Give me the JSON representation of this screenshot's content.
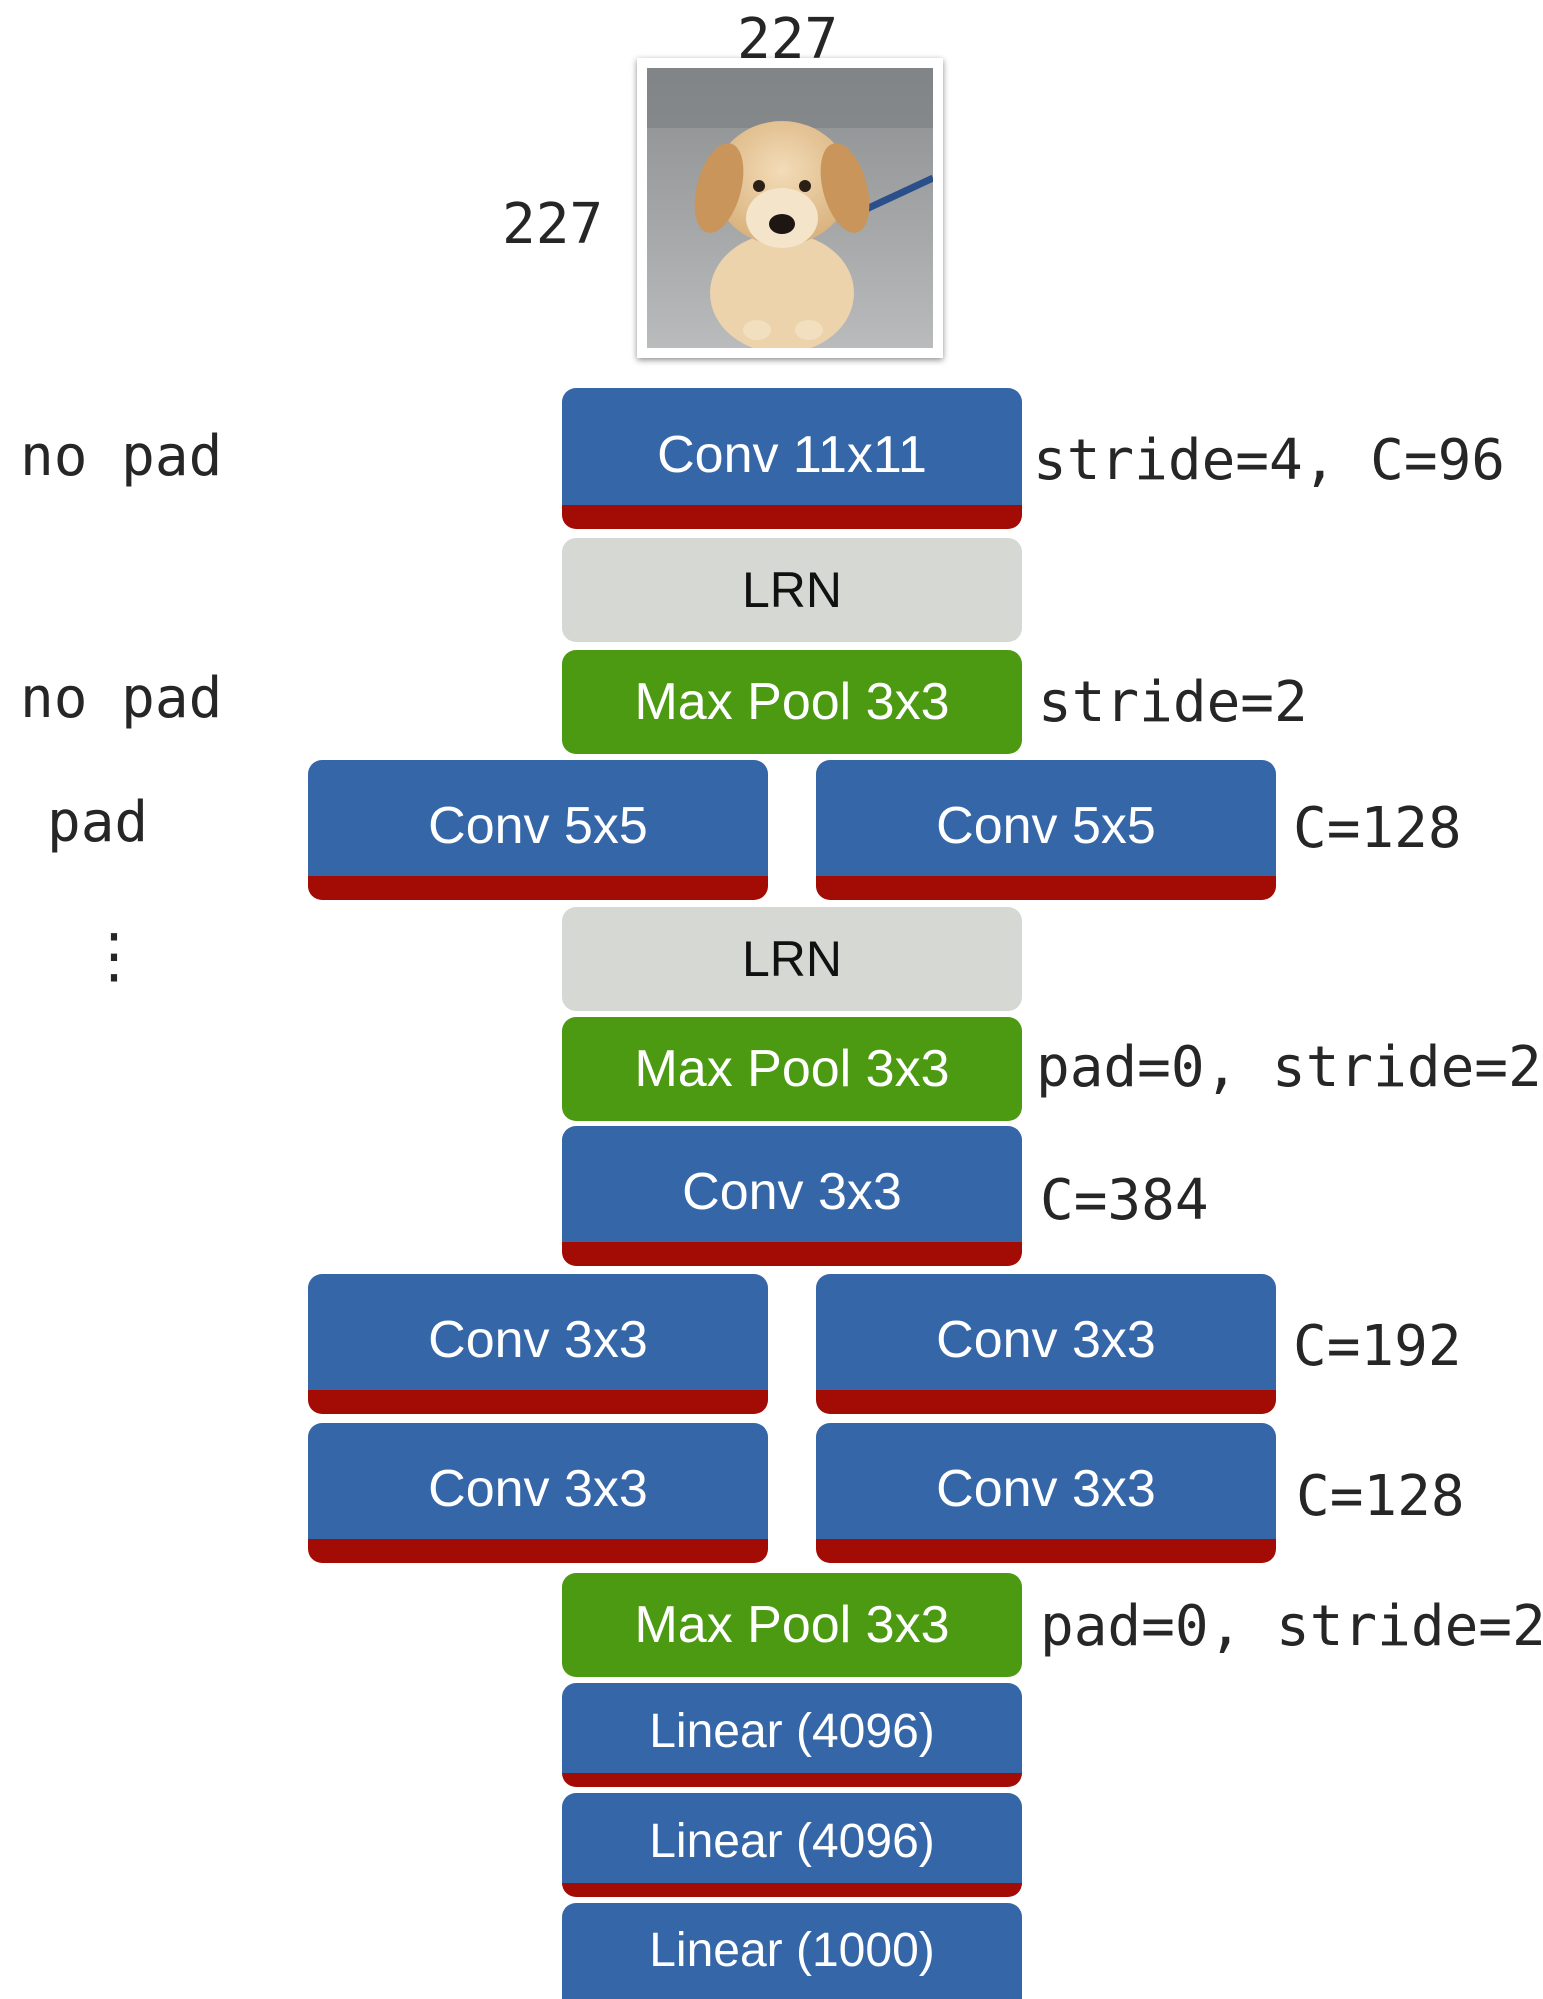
{
  "input": {
    "width_label": "227",
    "height_label": "227",
    "image": "puppy photo"
  },
  "layers": {
    "conv1": "Conv 11x11",
    "lrn1": "LRN",
    "pool1": "Max Pool 3x3",
    "conv2a": "Conv 5x5",
    "conv2b": "Conv 5x5",
    "lrn2": "LRN",
    "pool2": "Max Pool 3x3",
    "conv3": "Conv 3x3",
    "conv4a": "Conv 3x3",
    "conv4b": "Conv 3x3",
    "conv5a": "Conv 3x3",
    "conv5b": "Conv 3x3",
    "pool3": "Max Pool 3x3",
    "fc6": "Linear (4096)",
    "fc7": "Linear (4096)",
    "fc8": "Linear (1000)"
  },
  "left_notes": {
    "conv1": "no pad",
    "pool1": "no pad",
    "conv2": "pad",
    "ellipsis": "⋮"
  },
  "right_notes": {
    "conv1": "stride=4, C=96",
    "pool1": "stride=2",
    "conv2": "C=128",
    "pool2": "pad=0, stride=2",
    "conv3": "C=384",
    "conv4": "C=192",
    "conv5": "C=128",
    "pool3": "pad=0, stride=2"
  },
  "colors": {
    "conv": "#3566a8",
    "conv_bottom": "#a30b05",
    "pool": "#4c9a12",
    "lrn": "#d6d8d3"
  }
}
